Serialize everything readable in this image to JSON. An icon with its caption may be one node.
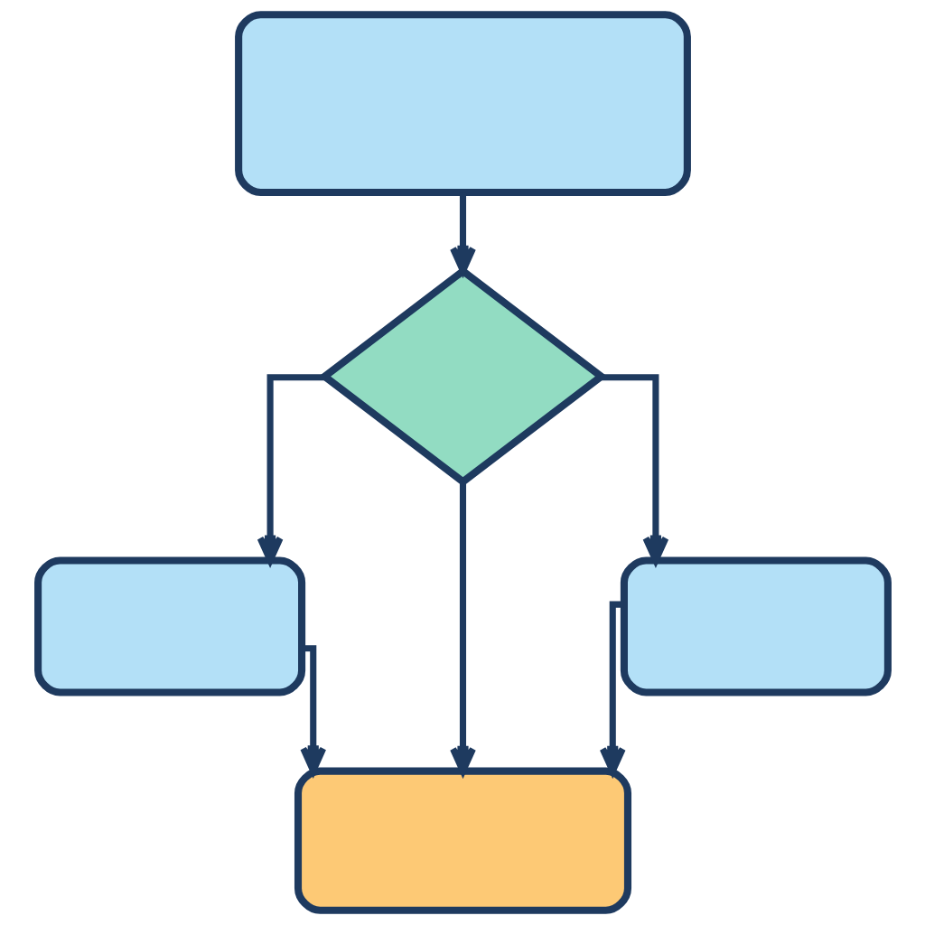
{
  "diagram": {
    "nodes": [
      {
        "text": [],
        "shape": "box"
      },
      {
        "text": [],
        "shape": "diamond"
      },
      {
        "text": [],
        "shape": "box"
      },
      {
        "text": [],
        "shape": "box"
      },
      {
        "text": [],
        "shape": "box"
      }
    ],
    "edges": [
      {
        "from": 0,
        "to": 1,
        "arrow": "to"
      },
      {
        "from": 1,
        "to": 2,
        "arrow": "to"
      },
      {
        "from": 1,
        "to": 4,
        "arrow": "to"
      },
      {
        "from": 1,
        "to": 3,
        "arrow": "to"
      },
      {
        "from": 2,
        "to": 4,
        "arrow": "to"
      },
      {
        "from": 3,
        "to": 4,
        "arrow": "to"
      }
    ]
  }
}
